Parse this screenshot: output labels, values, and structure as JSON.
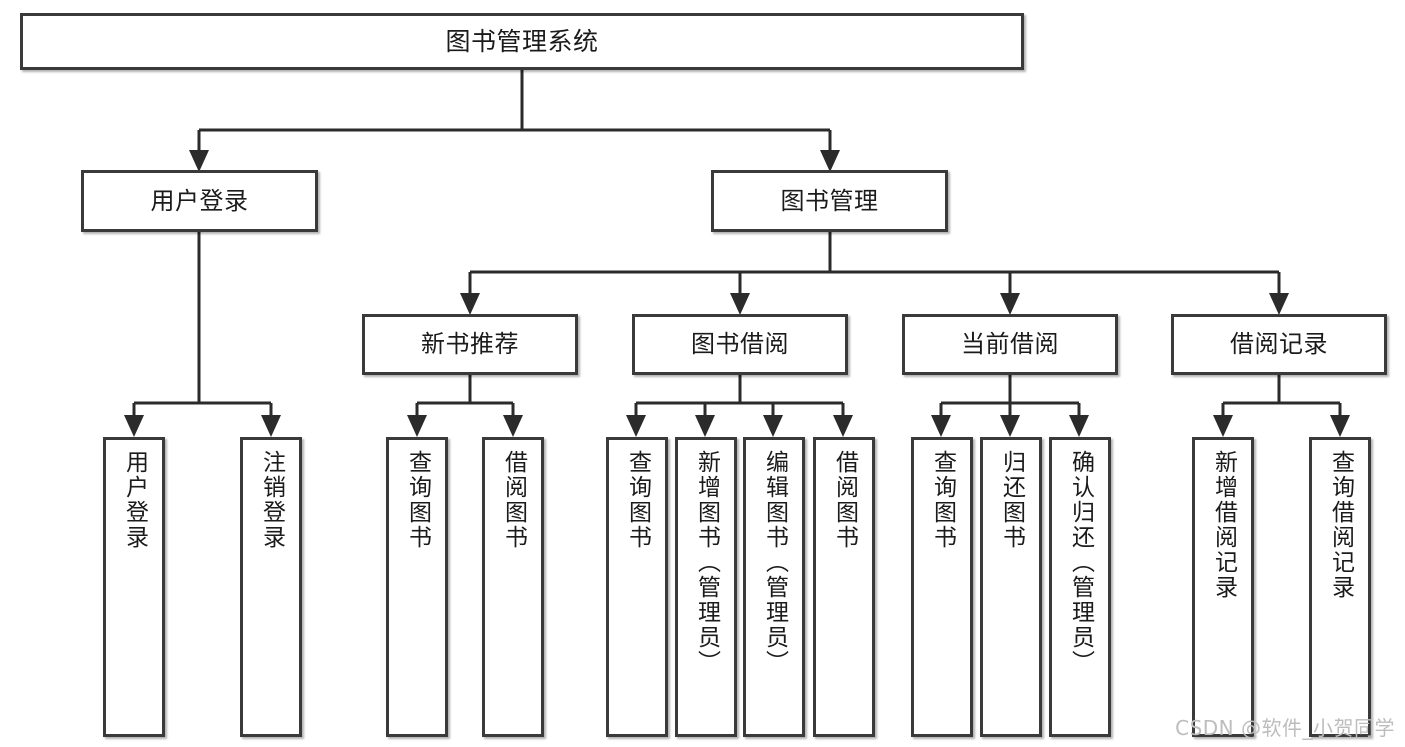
{
  "diagram": {
    "title": "图书管理系统",
    "type": "tree-hierarchy",
    "watermark": "CSDN @软件_小贺同学",
    "colors": {
      "box_border": "#3a3a3a",
      "box_fill": "#ffffff",
      "connector": "#2b2b2b",
      "text": "#1b1b1b",
      "watermark": "#bdbdbd"
    },
    "level1": {
      "root": "图书管理系统"
    },
    "level2": {
      "user_login": "用户登录",
      "book_manage": "图书管理"
    },
    "level3": {
      "new_book_rec": "新书推荐",
      "book_borrow": "图书借阅",
      "current_borrow": "当前借阅",
      "borrow_record": "借阅记录"
    },
    "leaves": {
      "user_login_1": "用户登录",
      "user_login_2": "注销登录",
      "new_book_rec_1": "查询图书",
      "new_book_rec_2": "借阅图书",
      "book_borrow_1": "查询图书",
      "book_borrow_2": "新增图书（管理员）",
      "book_borrow_3": "编辑图书（管理员）",
      "book_borrow_4": "借阅图书",
      "current_borrow_1": "查询图书",
      "current_borrow_2": "归还图书",
      "current_borrow_3": "确认归还（管理员）",
      "borrow_record_1": "新增借阅记录",
      "borrow_record_2": "查询借阅记录"
    }
  }
}
